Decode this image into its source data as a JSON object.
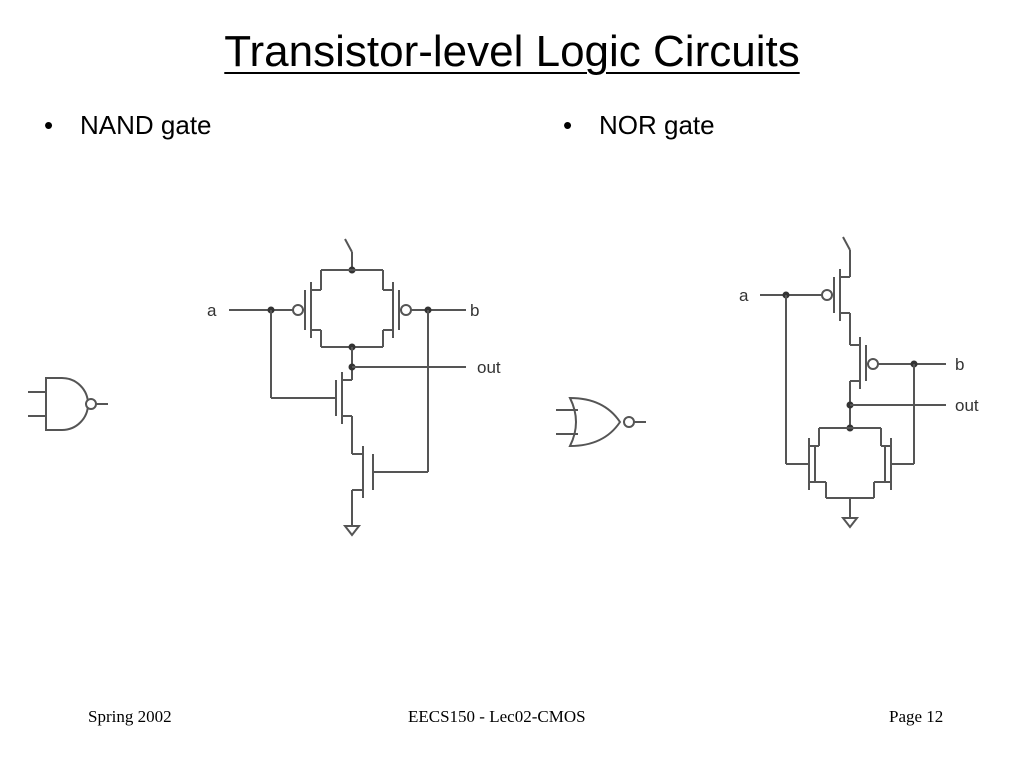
{
  "title": "Transistor-level Logic Circuits",
  "bullets": {
    "left": "NAND gate",
    "right": "NOR gate"
  },
  "nand_circuit": {
    "input_a": "a",
    "input_b": "b",
    "output": "out"
  },
  "nor_circuit": {
    "input_a": "a",
    "input_b": "b",
    "output": "out"
  },
  "footer": {
    "left": "Spring 2002",
    "center": "EECS150 - Lec02-CMOS",
    "right": "Page 12"
  },
  "colors": {
    "wire": "#555555",
    "node": "#333333"
  }
}
